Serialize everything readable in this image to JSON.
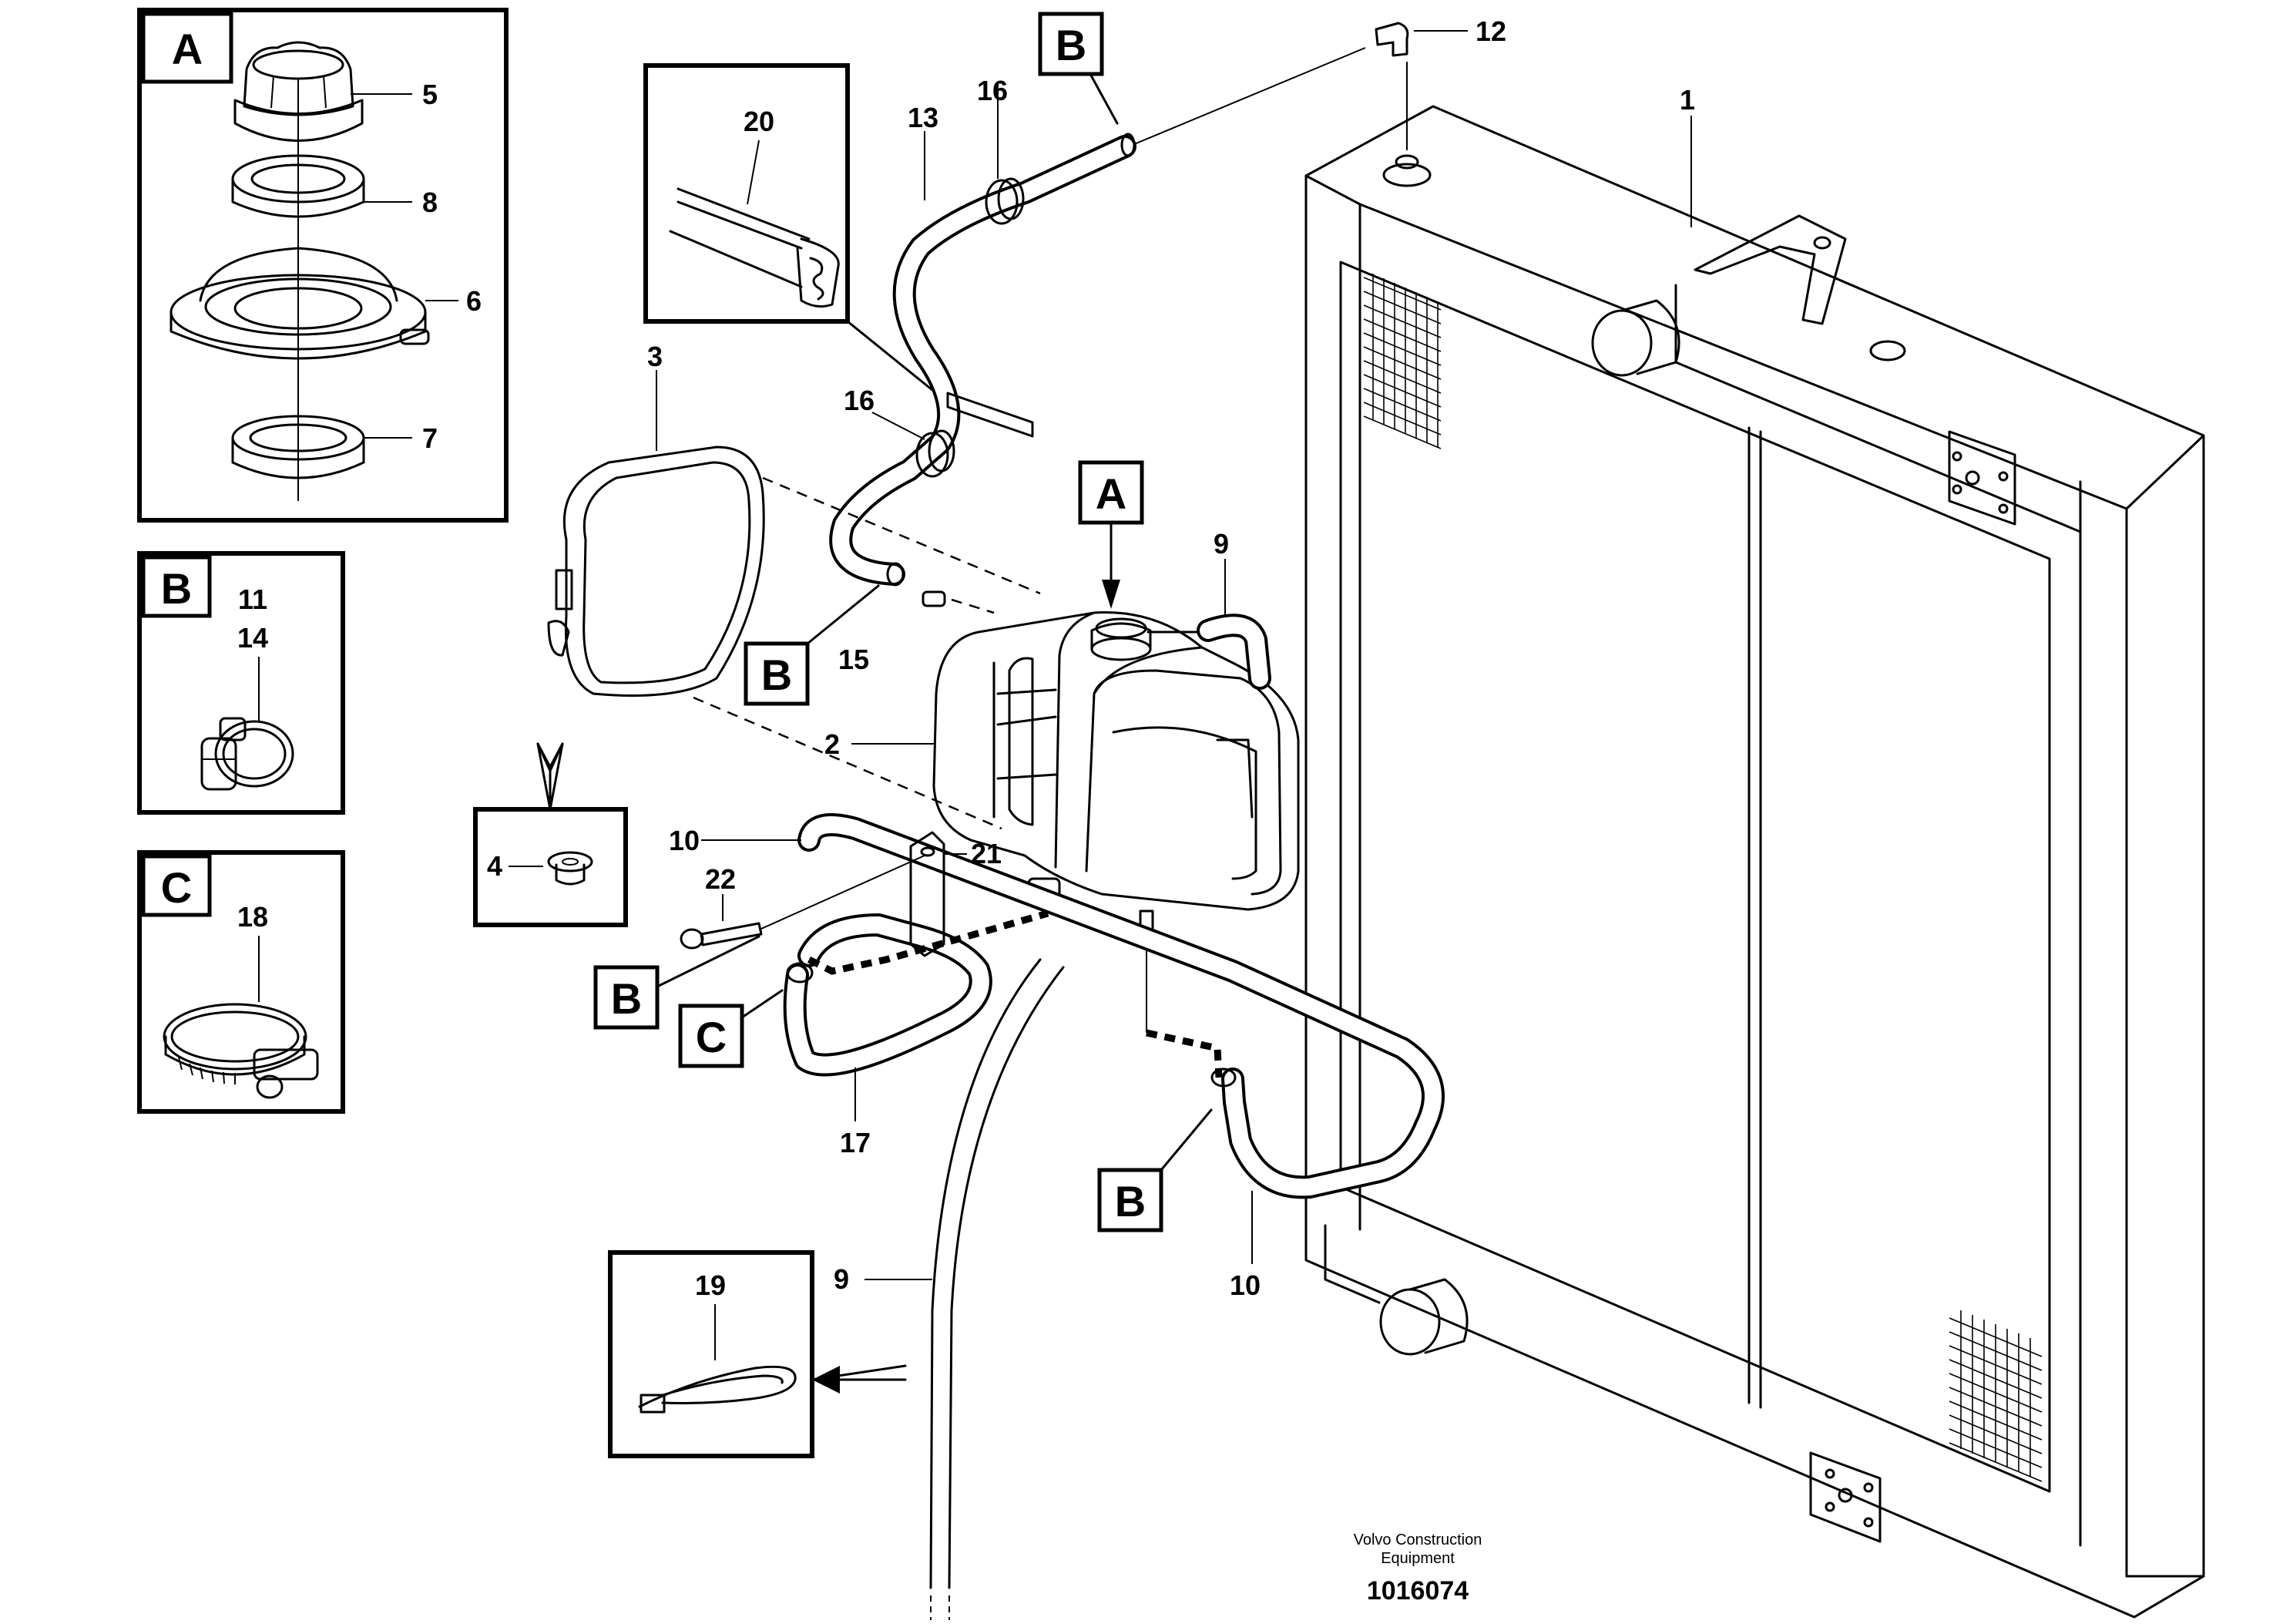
{
  "callouts": {
    "n1": "1",
    "n2": "2",
    "n3": "3",
    "n4": "4",
    "n5": "5",
    "n6": "6",
    "n7": "7",
    "n8": "8",
    "n9a": "9",
    "n9b": "9",
    "n10a": "10",
    "n10b": "10",
    "n11": "11",
    "n12": "12",
    "n13": "13",
    "n14": "14",
    "n15": "15",
    "n16a": "16",
    "n16b": "16",
    "n17": "17",
    "n18": "18",
    "n19": "19",
    "n20": "20",
    "n21": "21",
    "n22": "22"
  },
  "detail_letters": {
    "box_a": "A",
    "box_b": "B",
    "box_c": "C",
    "ref_a": "A",
    "ref_b1": "B",
    "ref_b2": "B",
    "ref_b3": "B",
    "ref_b4": "B",
    "ref_c": "C"
  },
  "footer": {
    "credit_line1": "Volvo Construction",
    "credit_line2": "Equipment",
    "doc_number": "1016074"
  }
}
